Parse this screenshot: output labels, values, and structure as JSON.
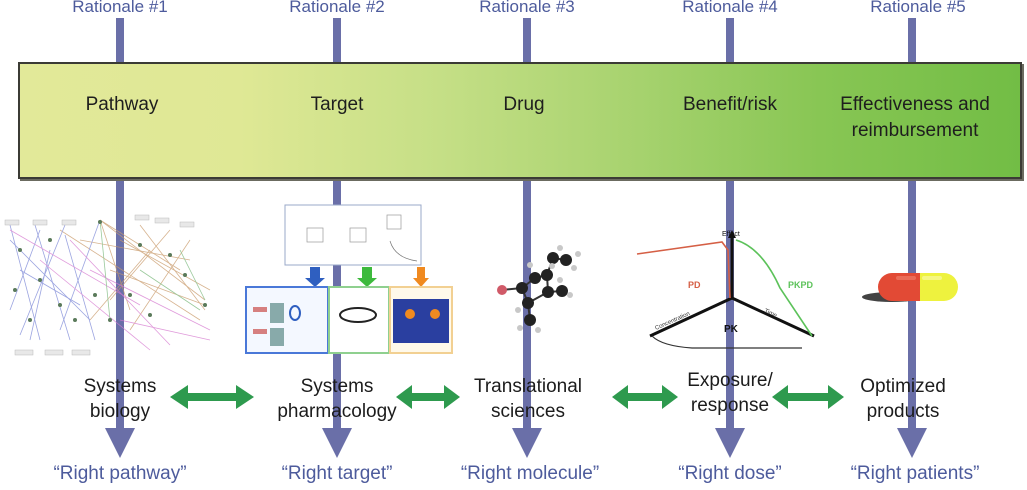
{
  "colors": {
    "rationale_text": "#4d5b9c",
    "vertical_line": "#6a6fa8",
    "bar_gradient_start": "#e2e999",
    "bar_gradient_end": "#72bd45",
    "bar_border": "#3b3b35",
    "double_arrow": "#2e9a4e",
    "body_text": "#1c1c1c"
  },
  "columns": [
    {
      "rationale": "Rationale #1",
      "stage": "Pathway",
      "image": "network-graph-icon",
      "field_line1": "Systems",
      "field_line2": "biology",
      "outcome": "“Right pathway”"
    },
    {
      "rationale": "Rationale #2",
      "stage": "Target",
      "image": "pharmacology-model-icon",
      "field_line1": "Systems",
      "field_line2": "pharmacology",
      "outcome": "“Right target”"
    },
    {
      "rationale": "Rationale #3",
      "stage": "Drug",
      "image": "molecule-icon",
      "field_line1": "Translational",
      "field_line2": "sciences",
      "outcome": "“Right molecule”"
    },
    {
      "rationale": "Rationale #4",
      "stage": "Benefit/risk",
      "image": "pkpd-3d-plot-icon",
      "field_line1": "Exposure/",
      "field_line2": "response",
      "outcome": "“Right dose”"
    },
    {
      "rationale": "Rationale #5",
      "stage_line1": "Effectiveness and",
      "stage_line2": "reimbursement",
      "image": "capsule-icon",
      "field_line1": "Optimized",
      "field_line2": "products",
      "outcome": "“Right patients”"
    }
  ],
  "pkpd_plot": {
    "axis_effect": "Effect",
    "axis_concentration": "Concentration",
    "axis_time": "Time",
    "label_pd": "PD",
    "label_pkpd": "PKPD",
    "label_pk": "PK"
  }
}
